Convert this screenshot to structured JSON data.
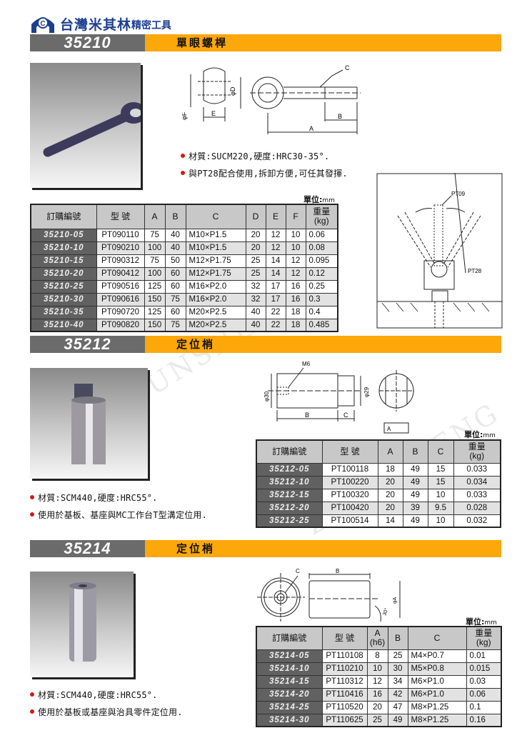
{
  "brand": {
    "name": "台灣米其林",
    "subtitle": "精密工具",
    "logo_icon": "company-logo-icon"
  },
  "watermark": "ZHUNSHENG",
  "sections": [
    {
      "code": "35210",
      "title": "單眼螺桿",
      "bullets": [
        "材質:SUCM220,硬度:HRC30-35°.",
        "與PT28配合使用,拆卸方便,可任其發揮."
      ],
      "unit_label": "單位:",
      "unit_value": "mm",
      "drawing_labels": {
        "c": "C",
        "d": "φD",
        "f": "φF",
        "e": "E",
        "b": "B",
        "a": "A"
      },
      "usage_labels": {
        "pt09": "PT09",
        "pt28": "PT28"
      },
      "table": {
        "headers": [
          "訂購編號",
          "型 號",
          "A",
          "B",
          "C",
          "D",
          "E",
          "F",
          "重量\n(kg)"
        ],
        "rows": [
          [
            "35210-05",
            "PT090110",
            "75",
            "40",
            "M10×P1.5",
            "20",
            "12",
            "10",
            "0.06"
          ],
          [
            "35210-10",
            "PT090210",
            "100",
            "40",
            "M10×P1.5",
            "20",
            "12",
            "10",
            "0.08"
          ],
          [
            "35210-15",
            "PT090312",
            "75",
            "50",
            "M12×P1.75",
            "25",
            "14",
            "12",
            "0.095"
          ],
          [
            "35210-20",
            "PT090412",
            "100",
            "60",
            "M12×P1.75",
            "25",
            "14",
            "12",
            "0.12"
          ],
          [
            "35210-25",
            "PT090516",
            "125",
            "60",
            "M16×P2.0",
            "32",
            "17",
            "16",
            "0.25"
          ],
          [
            "35210-30",
            "PT090616",
            "150",
            "75",
            "M16×P2.0",
            "32",
            "17",
            "16",
            "0.3"
          ],
          [
            "35210-35",
            "PT090720",
            "125",
            "60",
            "M20×P2.5",
            "40",
            "22",
            "18",
            "0.4"
          ],
          [
            "35210-40",
            "PT090820",
            "150",
            "75",
            "M20×P2.5",
            "40",
            "22",
            "18",
            "0.485"
          ]
        ]
      }
    },
    {
      "code": "35212",
      "title": "定位梢",
      "bullets": [
        "材質:SCM440,硬度:HRC55°.",
        "使用於基板、基座與MC工作台T型溝定位用."
      ],
      "unit_label": "單位:",
      "unit_value": "mm",
      "drawing_labels": {
        "m6": "M6",
        "d30": "φ30",
        "d29": "φ29",
        "b": "B",
        "c": "C",
        "a": "A"
      },
      "table": {
        "headers": [
          "訂購編號",
          "型 號",
          "A",
          "B",
          "C",
          "重量\n(kg)"
        ],
        "rows": [
          [
            "35212-05",
            "PT100118",
            "18",
            "49",
            "15",
            "0.033"
          ],
          [
            "35212-10",
            "PT100220",
            "20",
            "49",
            "15",
            "0.034"
          ],
          [
            "35212-15",
            "PT100320",
            "20",
            "49",
            "10",
            "0.033"
          ],
          [
            "35212-20",
            "PT100420",
            "20",
            "39",
            "9.5",
            "0.028"
          ],
          [
            "35212-25",
            "PT100514",
            "14",
            "49",
            "10",
            "0.032"
          ]
        ]
      }
    },
    {
      "code": "35214",
      "title": "定位梢",
      "bullets": [
        "材質:SCM440,硬度:HRC55°.",
        "使用於基板或基座與治具零件定位用."
      ],
      "unit_label": "單位:",
      "unit_value": "mm",
      "drawing_labels": {
        "c": "C",
        "b": "B",
        "a": "φA",
        "angle": "30°"
      },
      "table": {
        "headers": [
          "訂購編號",
          "型 號",
          "A\n(h6)",
          "B",
          "C",
          "重量\n(kg)"
        ],
        "rows": [
          [
            "35214-05",
            "PT110108",
            "8",
            "25",
            "M4×P0.7",
            "0.01"
          ],
          [
            "35214-10",
            "PT110210",
            "10",
            "30",
            "M5×P0.8",
            "0.015"
          ],
          [
            "35214-15",
            "PT110312",
            "12",
            "34",
            "M6×P1.0",
            "0.03"
          ],
          [
            "35214-20",
            "PT110416",
            "16",
            "42",
            "M6×P1.0",
            "0.06"
          ],
          [
            "35214-25",
            "PT110520",
            "20",
            "47",
            "M8×P1.25",
            "0.1"
          ],
          [
            "35214-30",
            "PT110625",
            "25",
            "49",
            "M8×P1.25",
            "0.16"
          ]
        ]
      }
    }
  ]
}
